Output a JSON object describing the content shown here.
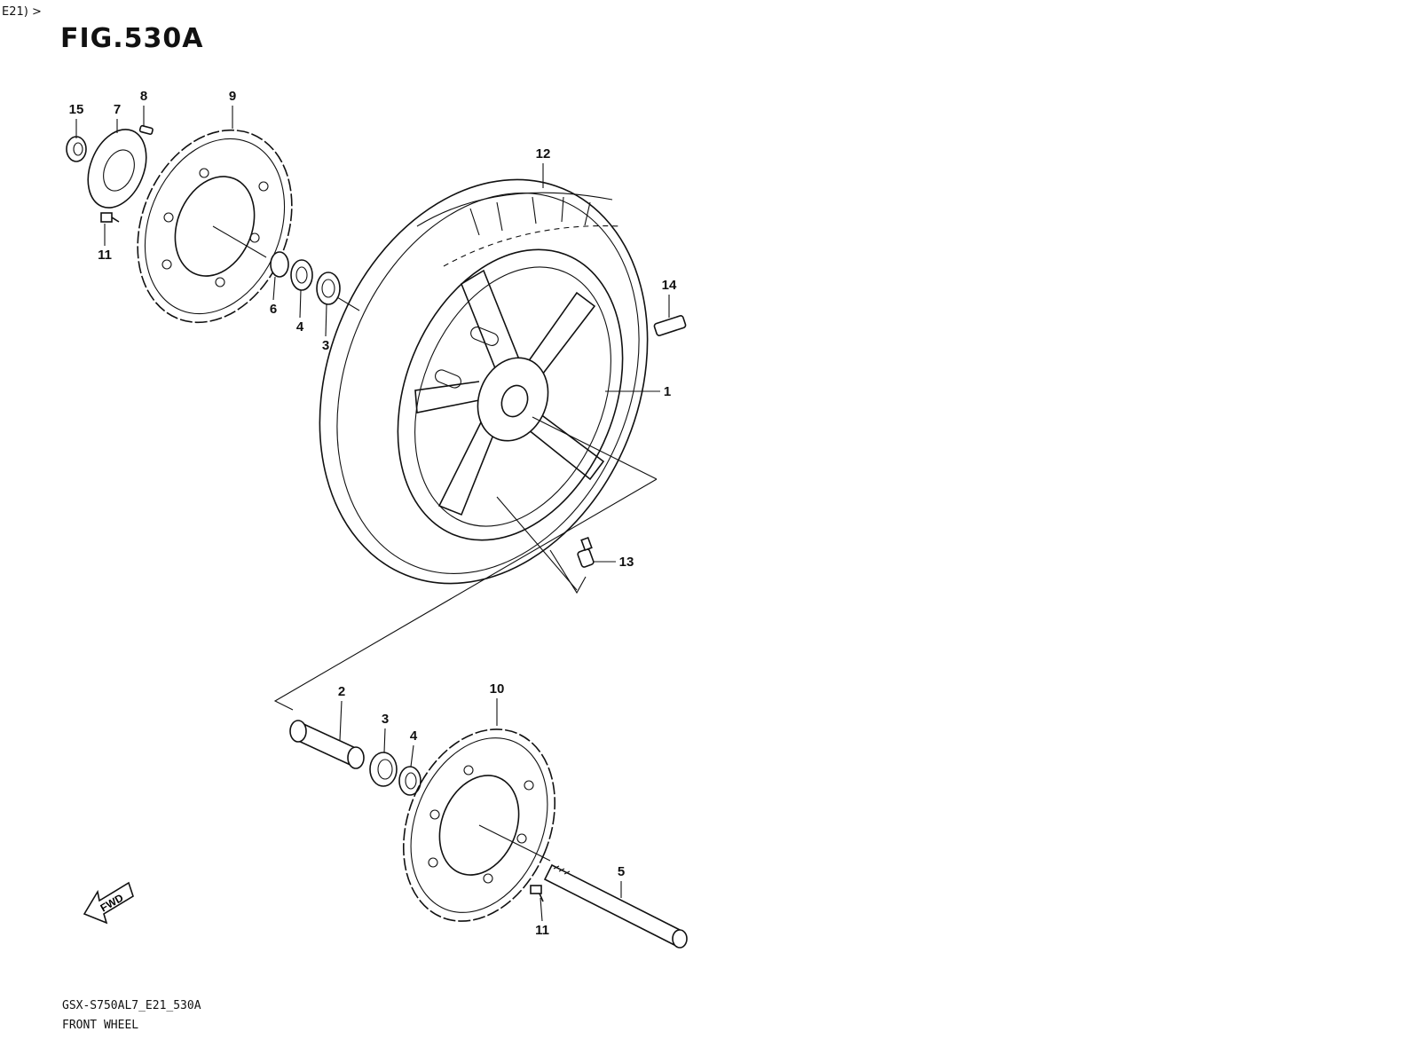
{
  "breadcrumb": "E21) >",
  "figure_title": "FIG.530A",
  "footer": {
    "model_code": "GSX-S750AL7_E21_530A",
    "section_name": "FRONT WHEEL"
  },
  "fwd_label": "FWD",
  "callouts": {
    "c1": "1",
    "c2": "2",
    "c3a": "3",
    "c3b": "3",
    "c4a": "4",
    "c4b": "4",
    "c5": "5",
    "c6": "6",
    "c7": "7",
    "c8": "8",
    "c9": "9",
    "c10": "10",
    "c11a": "11",
    "c11b": "11",
    "c12": "12",
    "c13": "13",
    "c14": "14",
    "c15": "15"
  }
}
